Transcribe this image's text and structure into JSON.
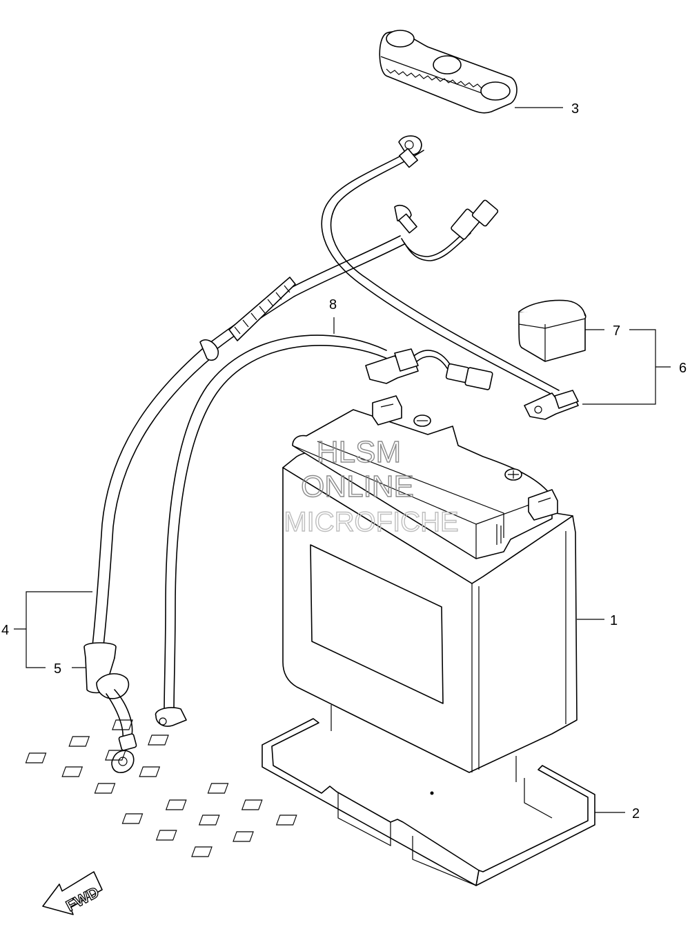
{
  "diagram": {
    "callouts": {
      "c1": "1",
      "c2": "2",
      "c3": "3",
      "c4": "4",
      "c5": "5",
      "c6": "6",
      "c7": "7",
      "c8": "8"
    },
    "direction_label": "FWD",
    "watermark": {
      "line1": "HLSM",
      "line2": "ONLINE",
      "line3": "MICROFICHE"
    }
  }
}
